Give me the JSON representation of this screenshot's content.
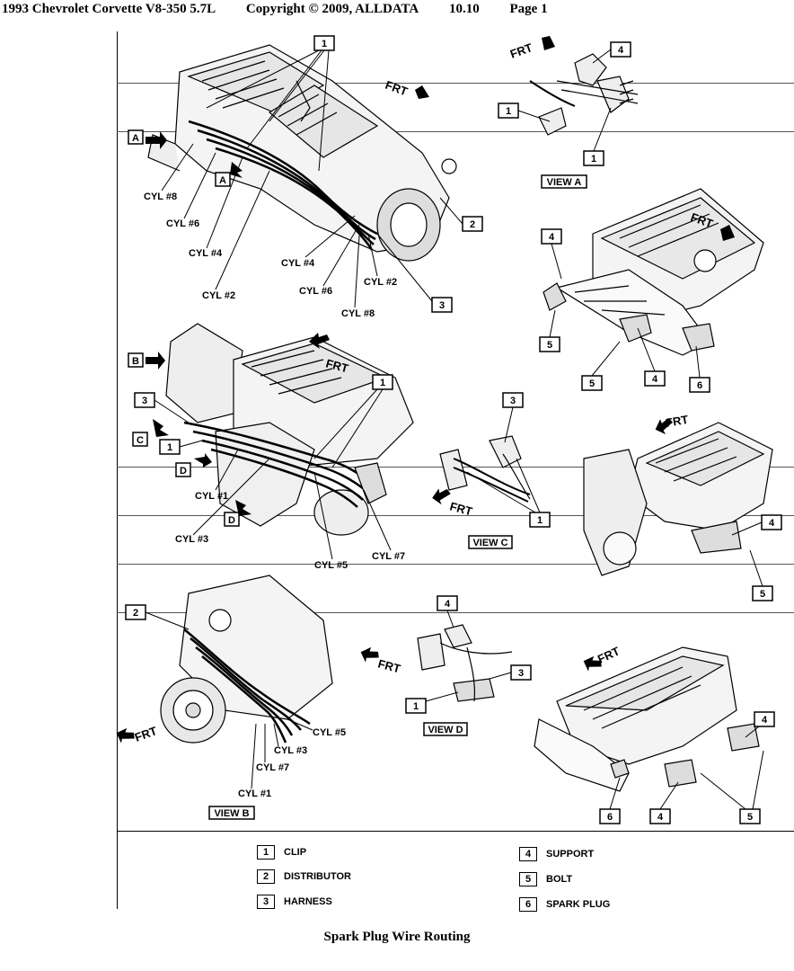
{
  "header": {
    "vehicle": "1993 Chevrolet Corvette V8-350 5.7L",
    "copyright": "Copyright © 2009, ALLDATA",
    "version": "10.10",
    "page": "Page 1"
  },
  "caption": "Spark Plug Wire Routing",
  "legend": [
    {
      "num": "1",
      "label": "CLIP"
    },
    {
      "num": "2",
      "label": "DISTRIBUTOR"
    },
    {
      "num": "3",
      "label": "HARNESS"
    },
    {
      "num": "4",
      "label": "SUPPORT"
    },
    {
      "num": "5",
      "label": "BOLT"
    },
    {
      "num": "6",
      "label": "SPARK PLUG"
    }
  ],
  "views": {
    "a": "VIEW A",
    "b": "VIEW B",
    "c": "VIEW C",
    "d": "VIEW D"
  },
  "view_markers": {
    "a": "A",
    "b": "B",
    "c": "C",
    "d": "D"
  },
  "frt": "FRT",
  "cylinders": {
    "c1": "CYL #1",
    "c2": "CYL #2",
    "c3": "CYL #3",
    "c4": "CYL #4",
    "c5": "CYL #5",
    "c6": "CYL #6",
    "c7": "CYL #7",
    "c8": "CYL #8"
  },
  "callouts": {
    "n1": "1",
    "n2": "2",
    "n3": "3",
    "n4": "4",
    "n5": "5",
    "n6": "6"
  }
}
